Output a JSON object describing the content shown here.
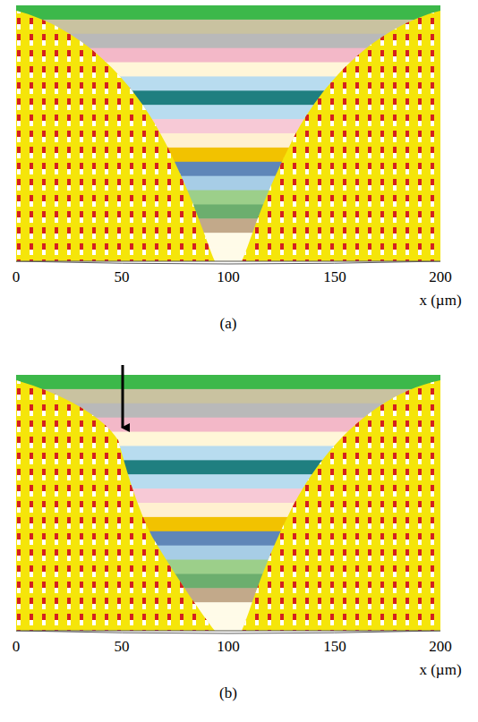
{
  "diagram": {
    "labels": [
      "0",
      "50",
      "100",
      "150",
      "200",
      "x (µm)",
      "(a)",
      "0",
      "50",
      "100",
      "150",
      "200",
      "x (µm)",
      "(b)"
    ]
  }
}
